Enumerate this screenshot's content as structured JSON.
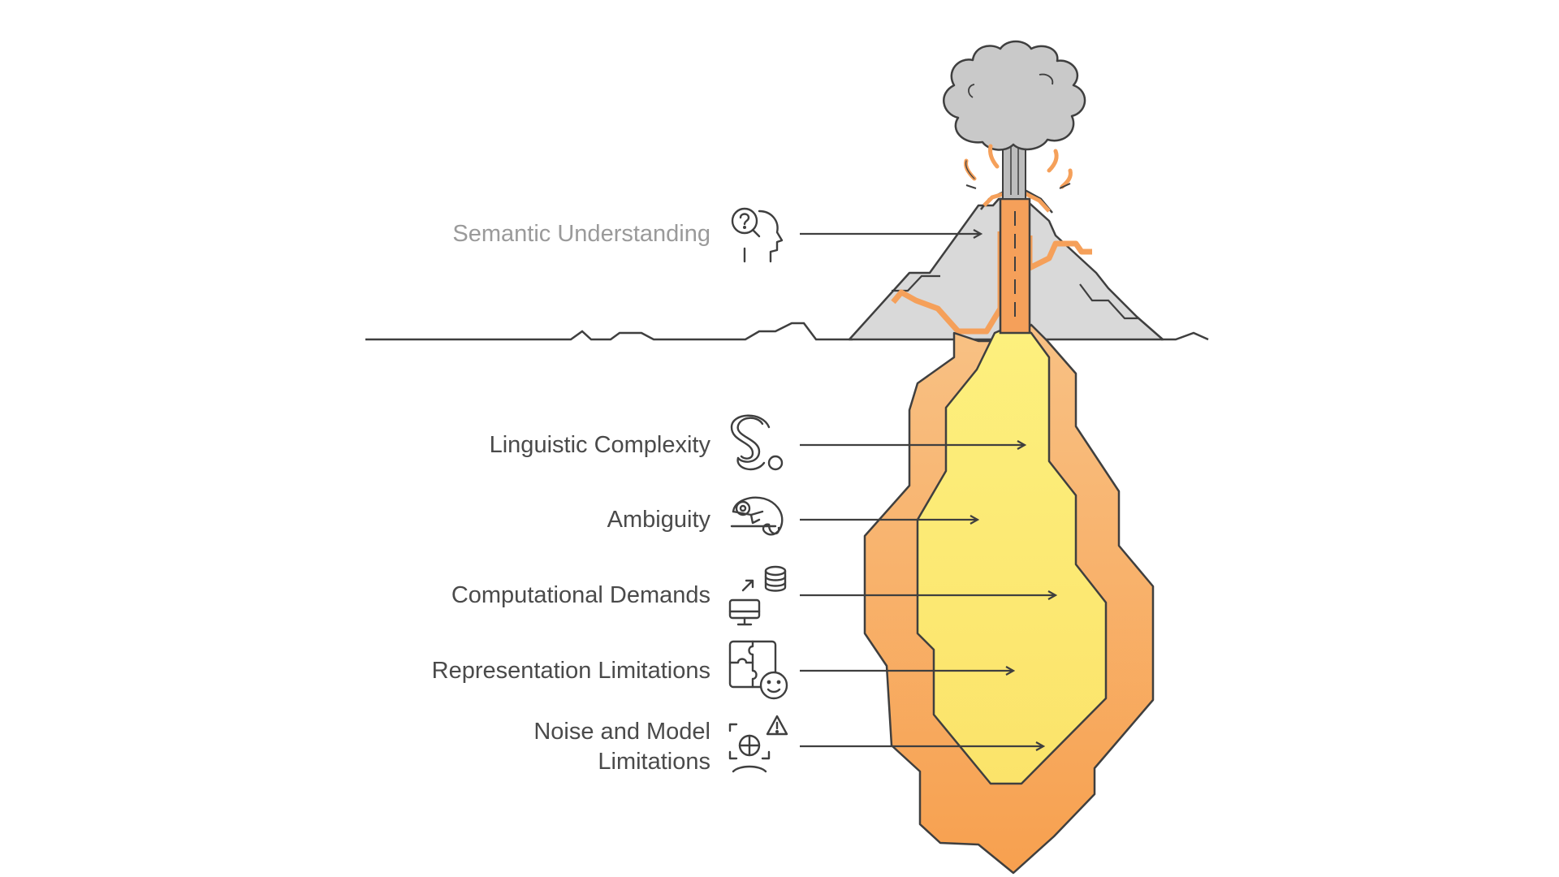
{
  "diagram": {
    "layers": [
      {
        "id": "semantic-understanding",
        "label": "Semantic Understanding",
        "icon": "head-question-icon"
      },
      {
        "id": "linguistic-complexity",
        "label": "Linguistic Complexity",
        "icon": "curvy-s-icon"
      },
      {
        "id": "ambiguity",
        "label": "Ambiguity",
        "icon": "chameleon-icon"
      },
      {
        "id": "computational-demands",
        "label": "Computational Demands",
        "icon": "computer-database-icon"
      },
      {
        "id": "representation-limitations",
        "label": "Representation Limitations",
        "icon": "puzzle-face-icon"
      },
      {
        "id": "noise-model-limitations",
        "label_line1": "Noise and Model",
        "label_line2": "Limitations",
        "icon": "scan-warning-icon"
      }
    ],
    "colors": {
      "stroke": "#3f3f3f",
      "rock": "#d9d9d9",
      "smoke": "#c4c4c4",
      "magma_outer": "#f5a05a",
      "magma_inner": "#f8c88a",
      "core": "#fcef7c",
      "muted_label": "#9a9a9a",
      "label": "#4a4a4a"
    }
  }
}
